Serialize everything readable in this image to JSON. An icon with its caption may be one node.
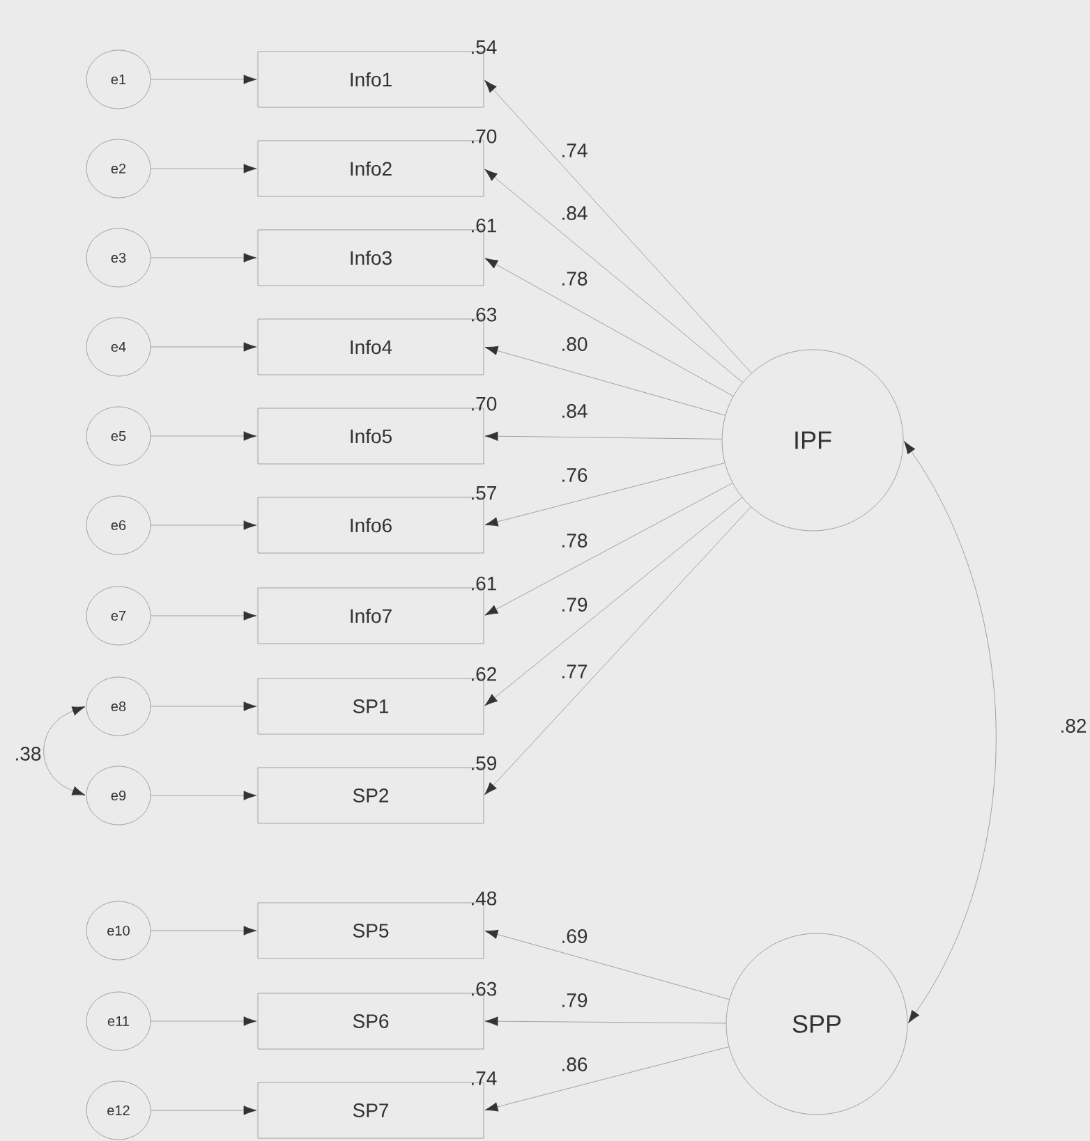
{
  "diagram": {
    "nodes": [
      {
        "text": [
          "e1"
        ]
      },
      {
        "text": [
          "e2"
        ]
      },
      {
        "text": [
          "e3"
        ]
      },
      {
        "text": [
          "e4"
        ]
      },
      {
        "text": [
          "e5"
        ]
      },
      {
        "text": [
          "e6"
        ]
      },
      {
        "text": [
          "e7"
        ]
      },
      {
        "text": [
          "e8"
        ]
      },
      {
        "text": [
          "e9"
        ]
      },
      {
        "text": [
          "e10"
        ]
      },
      {
        "text": [
          "e11"
        ]
      },
      {
        "text": [
          "e12"
        ]
      },
      {
        "text": [
          "Info1"
        ],
        "beside": [
          ".54"
        ]
      },
      {
        "text": [
          "Info2"
        ],
        "beside": [
          ".70"
        ]
      },
      {
        "text": [
          "Info3"
        ],
        "beside": [
          ".61"
        ]
      },
      {
        "text": [
          "Info4"
        ],
        "beside": [
          ".63"
        ]
      },
      {
        "text": [
          "Info5"
        ],
        "beside": [
          ".70"
        ]
      },
      {
        "text": [
          "Info6"
        ],
        "beside": [
          ".57"
        ]
      },
      {
        "text": [
          "Info7"
        ],
        "beside": [
          ".61"
        ]
      },
      {
        "text": [
          "SP1"
        ],
        "beside": [
          ".62"
        ]
      },
      {
        "text": [
          "SP2"
        ],
        "beside": [
          ".59"
        ]
      },
      {
        "text": [
          "SP5"
        ],
        "beside": [
          ".48"
        ]
      },
      {
        "text": [
          "SP6"
        ],
        "beside": [
          ".63"
        ]
      },
      {
        "text": [
          "SP7"
        ],
        "beside": [
          ".74"
        ]
      },
      {
        "text": [
          "IPF"
        ]
      },
      {
        "text": [
          "SPP"
        ]
      }
    ],
    "edges": [
      {
        "from": 0,
        "to": 12,
        "arrow": "to"
      },
      {
        "from": 1,
        "to": 13,
        "arrow": "to"
      },
      {
        "from": 2,
        "to": 14,
        "arrow": "to"
      },
      {
        "from": 3,
        "to": 15,
        "arrow": "to"
      },
      {
        "from": 4,
        "to": 16,
        "arrow": "to"
      },
      {
        "from": 5,
        "to": 17,
        "arrow": "to"
      },
      {
        "from": 6,
        "to": 18,
        "arrow": "to"
      },
      {
        "from": 7,
        "to": 19,
        "arrow": "to"
      },
      {
        "from": 8,
        "to": 20,
        "arrow": "to"
      },
      {
        "from": 9,
        "to": 21,
        "arrow": "to"
      },
      {
        "from": 10,
        "to": 22,
        "arrow": "to"
      },
      {
        "from": 11,
        "to": 23,
        "arrow": "to"
      },
      {
        "from": 24,
        "to": 12,
        "arrow": "to",
        "label": ".74"
      },
      {
        "from": 24,
        "to": 13,
        "arrow": "to",
        "label": ".84"
      },
      {
        "from": 24,
        "to": 14,
        "arrow": "to",
        "label": ".78"
      },
      {
        "from": 24,
        "to": 15,
        "arrow": "to",
        "label": ".80"
      },
      {
        "from": 24,
        "to": 16,
        "arrow": "to",
        "label": ".84"
      },
      {
        "from": 24,
        "to": 17,
        "arrow": "to",
        "label": ".76"
      },
      {
        "from": 24,
        "to": 18,
        "arrow": "to",
        "label": ".78"
      },
      {
        "from": 24,
        "to": 19,
        "arrow": "to",
        "label": ".79"
      },
      {
        "from": 24,
        "to": 20,
        "arrow": "to",
        "label": ".77"
      },
      {
        "from": 25,
        "to": 21,
        "arrow": "to",
        "label": ".69"
      },
      {
        "from": 25,
        "to": 22,
        "arrow": "to",
        "label": ".79"
      },
      {
        "from": 25,
        "to": 23,
        "arrow": "to",
        "label": ".86"
      },
      {
        "from": 7,
        "to": 8,
        "arrow": "both",
        "label": ".38"
      },
      {
        "from": 24,
        "to": 25,
        "arrow": "both",
        "label": ".82"
      }
    ]
  }
}
